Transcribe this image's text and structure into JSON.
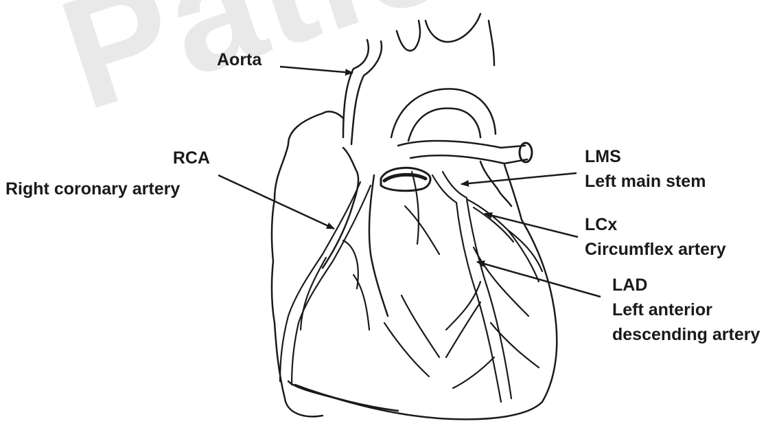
{
  "watermark": "Patient copy",
  "labels": {
    "aorta": "Aorta",
    "rca_abbr": "RCA",
    "rca_full": "Right coronary artery",
    "lms_abbr": "LMS",
    "lms_full": "Left main stem",
    "lcx_abbr": "LCx",
    "lcx_full": "Circumflex artery",
    "lad_abbr": "LAD",
    "lad_full_1": "Left anterior",
    "lad_full_2": "descending artery"
  },
  "colors": {
    "ink": "#1a1a1a",
    "watermark": "#e9e9e9",
    "background": "#ffffff"
  }
}
